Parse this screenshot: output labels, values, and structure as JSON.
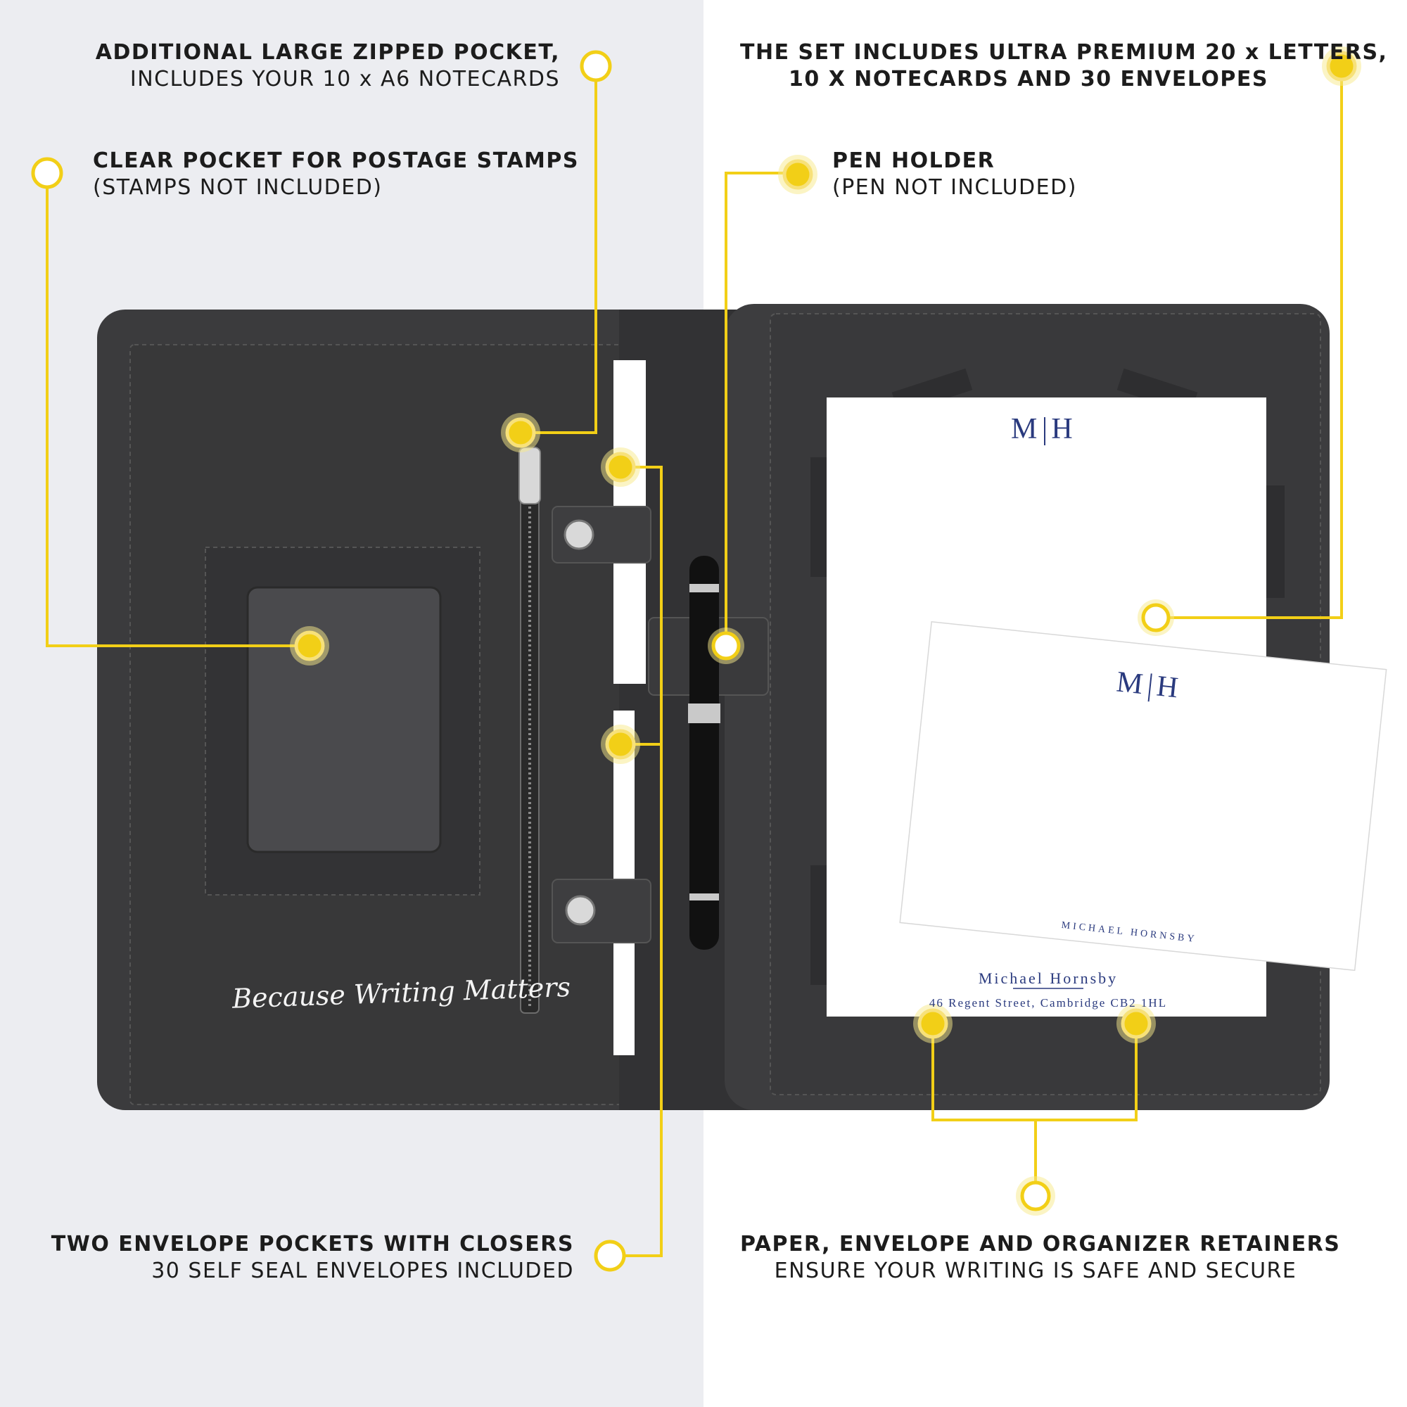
{
  "callouts": {
    "zipped_pocket": {
      "line1": "ADDITIONAL LARGE ZIPPED POCKET,",
      "line2": "INCLUDES YOUR 10 x A6 NOTECARDS"
    },
    "set_includes": {
      "line1": "THE SET INCLUDES ULTRA PREMIUM 20 x LETTERS,",
      "line2": "10 X NOTECARDS AND 30 ENVELOPES"
    },
    "clear_pocket": {
      "line1": "CLEAR POCKET FOR POSTAGE STAMPS",
      "line2": "(STAMPS NOT INCLUDED)"
    },
    "pen_holder": {
      "line1": "PEN HOLDER",
      "line2": "(PEN NOT INCLUDED)"
    },
    "envelope_pockets": {
      "line1": "TWO ENVELOPE POCKETS WITH CLOSERS",
      "line2": "30 SELF SEAL ENVELOPES INCLUDED"
    },
    "retainers": {
      "line1": "PAPER, ENVELOPE AND ORGANIZER RETAINERS",
      "line2": "ENSURE YOUR WRITING IS SAFE AND SECURE"
    }
  },
  "product": {
    "brand_script": "Because Writing Matters",
    "letter_monogram_left": "M",
    "letter_monogram_right": "H",
    "letter_name": "Michael Hornsby",
    "letter_address": "46 Regent Street, Cambridge CB2 1HL",
    "card_monogram_left": "M",
    "card_monogram_right": "H",
    "card_name": "MICHAEL HORNSBY"
  },
  "colors": {
    "accent_yellow": "#f2cf17",
    "leather": "#3b3b3d",
    "leather_dark": "#2c2c2e",
    "monogram_blue": "#2a3a7e",
    "background_left": "#ecedf1",
    "background_right": "#ffffff"
  },
  "icons": [
    "marker-dot",
    "zipper",
    "snap-button",
    "pen"
  ]
}
